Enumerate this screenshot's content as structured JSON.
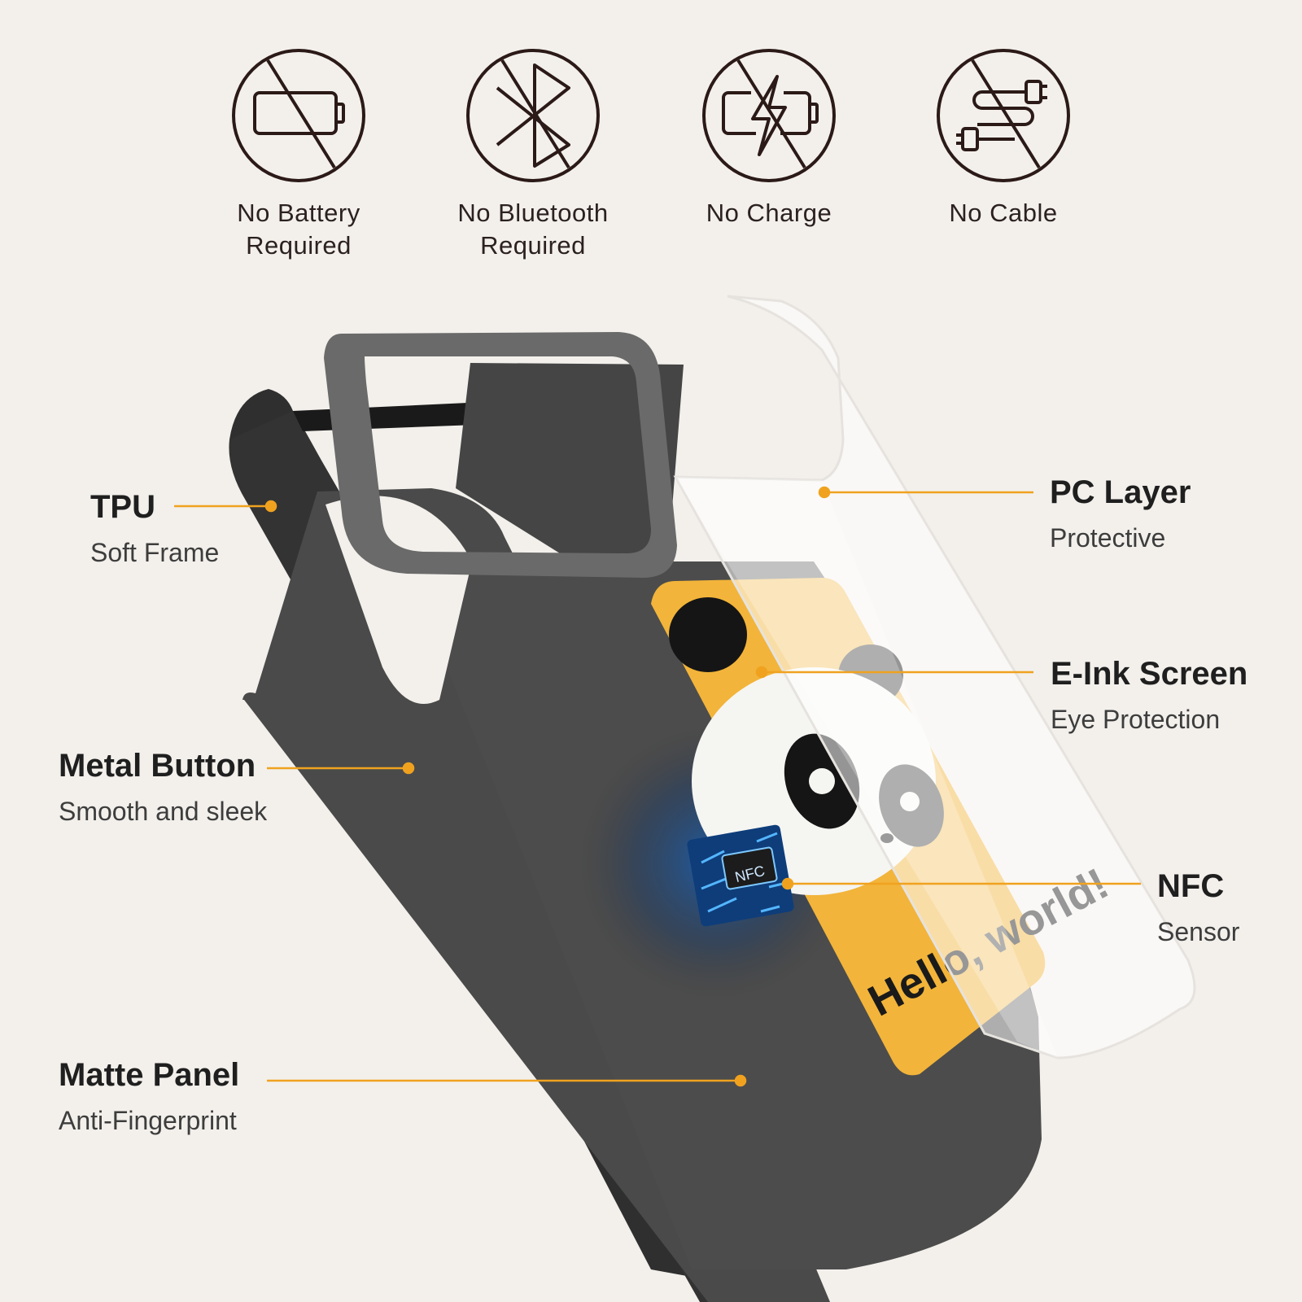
{
  "features": [
    {
      "icon": "no-battery-icon",
      "label": "No Battery\nRequired"
    },
    {
      "icon": "no-bluetooth-icon",
      "label": "No Bluetooth\nRequired"
    },
    {
      "icon": "no-charge-icon",
      "label": "No Charge"
    },
    {
      "icon": "no-cable-icon",
      "label": "No Cable"
    }
  ],
  "callouts": {
    "tpu": {
      "title": "TPU",
      "sub": "Soft Frame"
    },
    "metal_button": {
      "title": "Metal Button",
      "sub": "Smooth and sleek"
    },
    "matte_panel": {
      "title": "Matte Panel",
      "sub": "Anti-Fingerprint"
    },
    "pc_layer": {
      "title": "PC Layer",
      "sub": "Protective"
    },
    "eink_screen": {
      "title": "E-Ink Screen",
      "sub": "Eye Protection"
    },
    "nfc": {
      "title": "NFC",
      "sub": "Sensor"
    }
  },
  "screen_text": "Hello, world!",
  "chip_label": "NFC",
  "colors": {
    "background": "#f3f0ec",
    "icon_stroke": "#2b1a17",
    "leader_line": "#f0a21f",
    "case_body": "#4a4a4a",
    "eink_yellow": "#f2b43a"
  }
}
